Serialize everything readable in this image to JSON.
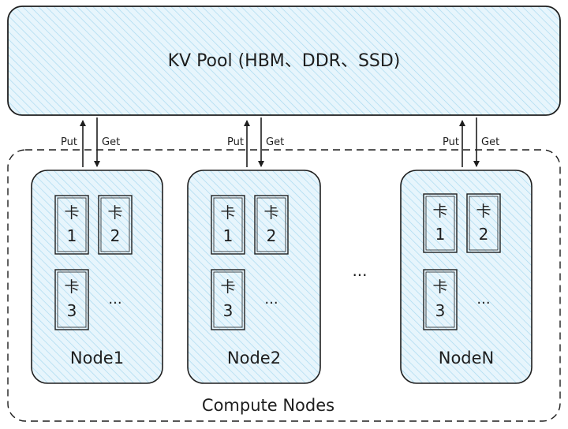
{
  "pool": {
    "label": "KV Pool (HBM、DDR、SSD)"
  },
  "arrows": {
    "put_label": "Put",
    "get_label": "Get"
  },
  "cluster": {
    "label": "Compute Nodes"
  },
  "gap_ellipsis": "...",
  "nodes": [
    {
      "name": "Node1",
      "cards": [
        {
          "char": "卡",
          "num": "1"
        },
        {
          "char": "卡",
          "num": "2"
        },
        {
          "char": "卡",
          "num": "3"
        }
      ],
      "more": "..."
    },
    {
      "name": "Node2",
      "cards": [
        {
          "char": "卡",
          "num": "1"
        },
        {
          "char": "卡",
          "num": "2"
        },
        {
          "char": "卡",
          "num": "3"
        }
      ],
      "more": "..."
    },
    {
      "name": "NodeN",
      "cards": [
        {
          "char": "卡",
          "num": "1"
        },
        {
          "char": "卡",
          "num": "2"
        },
        {
          "char": "卡",
          "num": "3"
        }
      ],
      "more": "..."
    }
  ],
  "colors": {
    "fill": "#e7f5fc",
    "hatch": "#a5d8ef",
    "stroke": "#1e1e1e"
  }
}
